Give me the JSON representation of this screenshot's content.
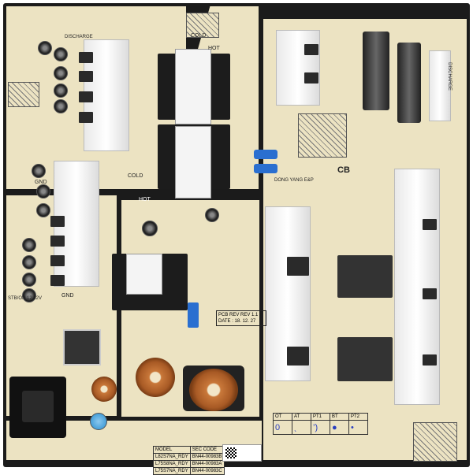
{
  "board": {
    "labels": {
      "hot": "HOT",
      "cold": "COLD",
      "hot2": "HOT",
      "cold2": "COLD",
      "gnd": "GND",
      "gnd2": "GND",
      "stb": "STB/ON 12.22V",
      "cb": "CB",
      "maker": "DONG YANG E&P",
      "discharge1": "DISCHARGE",
      "discharge2": "DISCHARGE"
    },
    "pcb_rev": {
      "line1": "PCB REV   REV 1.1",
      "line2": "DATE :  18. 12. 27"
    },
    "model_table": {
      "headers": [
        "MODEL",
        "SEC CODE"
      ],
      "rows": [
        [
          "L82S7NA_RDY",
          "BN44-00983B"
        ],
        [
          "L75S8NA_RDY",
          "BN44-00983A"
        ],
        [
          "L75S7NA_RDY",
          "BN44-00983C"
        ]
      ]
    },
    "check_table": {
      "headers": [
        "OT",
        "AT",
        "PT1",
        "BT",
        "PT2"
      ],
      "marks": [
        "0",
        "ˎ",
        "’)",
        "●",
        "•"
      ]
    }
  },
  "colors": {
    "board": "#ece3c2",
    "mask": "#1b1b1b",
    "copper": "#b5652a",
    "blue": "#2a6fd0"
  }
}
